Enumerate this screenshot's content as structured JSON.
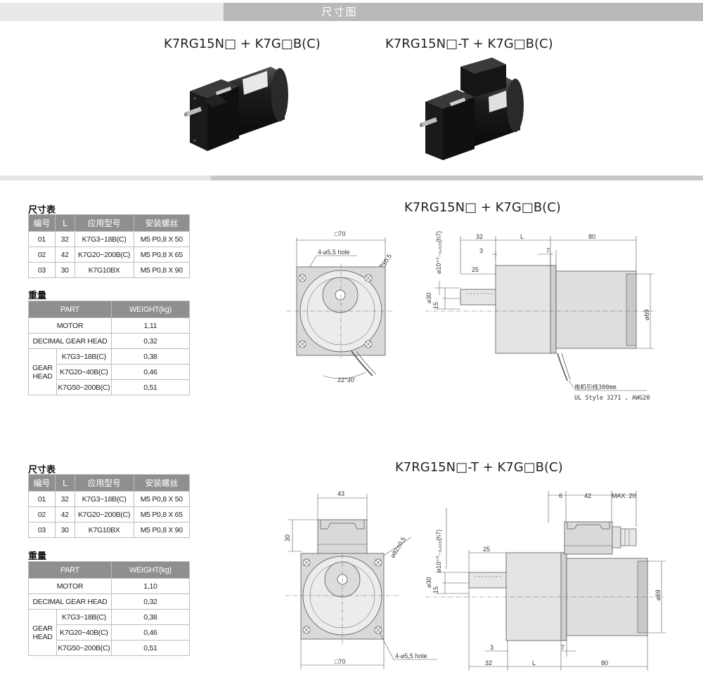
{
  "header": {
    "title": "尺寸图"
  },
  "top_models": [
    "K7RG15N□ + K7G□B(C)",
    "K7RG15N□-T + K7G□B(C)"
  ],
  "sections": [
    {
      "size_table_label": "尺寸表",
      "size_table_headers": [
        "编号",
        "L",
        "应用型号",
        "安装螺丝"
      ],
      "size_table_rows": [
        [
          "01",
          "32",
          "K7G3~18B(C)",
          "M5 P0,8 X 50"
        ],
        [
          "02",
          "42",
          "K7G20~200B(C)",
          "M5 P0,8 X 65"
        ],
        [
          "03",
          "30",
          "K7G10BX",
          "M5 P0,8 X 90"
        ]
      ],
      "weight_label": "重量",
      "weight_headers": [
        "PART",
        "WEIGHT(kg)"
      ],
      "motor_label": "MOTOR",
      "motor_weight": "1,11",
      "decimal_label": "DECIMAL GEAR HEAD",
      "decimal_weight": "0,32",
      "gear_head_label": "GEAR HEAD",
      "gear_rows": [
        [
          "K7G3~18B(C)",
          "0,38"
        ],
        [
          "K7G20~40B(C)",
          "0,46"
        ],
        [
          "K7G50~200B(C)",
          "0,51"
        ]
      ],
      "drawing_title": "K7RG15N□ + K7G□B(C)",
      "front_dims": {
        "square": "□70",
        "hole": "4-⌀5,5 hole",
        "pcd": "⌀82±0,5",
        "angle": "22°30'"
      },
      "side_dims": {
        "d32": "32",
        "dL": "L",
        "d80": "80",
        "d3": "3",
        "d7": "7",
        "d25": "25",
        "shaft": "⌀10⁺⁰₋₀,₀₁₅(h7)",
        "d30": "⌀30",
        "d15": "15",
        "d69": "⌀69"
      },
      "lead_note": "电机引线300mm",
      "lead_spec": "UL Style 3271 , AWG20"
    },
    {
      "size_table_label": "尺寸表",
      "size_table_headers": [
        "编号",
        "L",
        "应用型号",
        "安装螺丝"
      ],
      "size_table_rows": [
        [
          "01",
          "32",
          "K7G3~18B(C)",
          "M5 P0,8 X 50"
        ],
        [
          "02",
          "42",
          "K7G20~200B(C)",
          "M5 P0,8 X 65"
        ],
        [
          "03",
          "30",
          "K7G10BX",
          "M5 P0,8 X 90"
        ]
      ],
      "weight_label": "重量",
      "weight_headers": [
        "PART",
        "WEIGHT(kg)"
      ],
      "motor_label": "MOTOR",
      "motor_weight": "1,10",
      "decimal_label": "DECIMAL GEAR HEAD",
      "decimal_weight": "0,32",
      "gear_head_label": "GEAR HEAD",
      "gear_rows": [
        [
          "K7G3~18B(C)",
          "0,38"
        ],
        [
          "K7G20~40B(C)",
          "0,46"
        ],
        [
          "K7G50~200B(C)",
          "0,51"
        ]
      ],
      "drawing_title": "K7RG15N□-T + K7G□B(C)",
      "front_dims": {
        "d43": "43",
        "d30": "30",
        "pcd": "⌀82±0,5",
        "hole": "4-⌀5,5 hole",
        "square": "□70"
      },
      "side_dims": {
        "d6": "6",
        "d42": "42",
        "max20": "MAX. 20",
        "d25": "25",
        "shaft": "⌀10⁺⁰₋₀,₀₁₅(h7)",
        "d30": "⌀30",
        "d15": "15",
        "d69": "⌀69",
        "d3": "3",
        "d7": "7",
        "d32": "32",
        "dL": "L",
        "d80": "80"
      }
    }
  ]
}
